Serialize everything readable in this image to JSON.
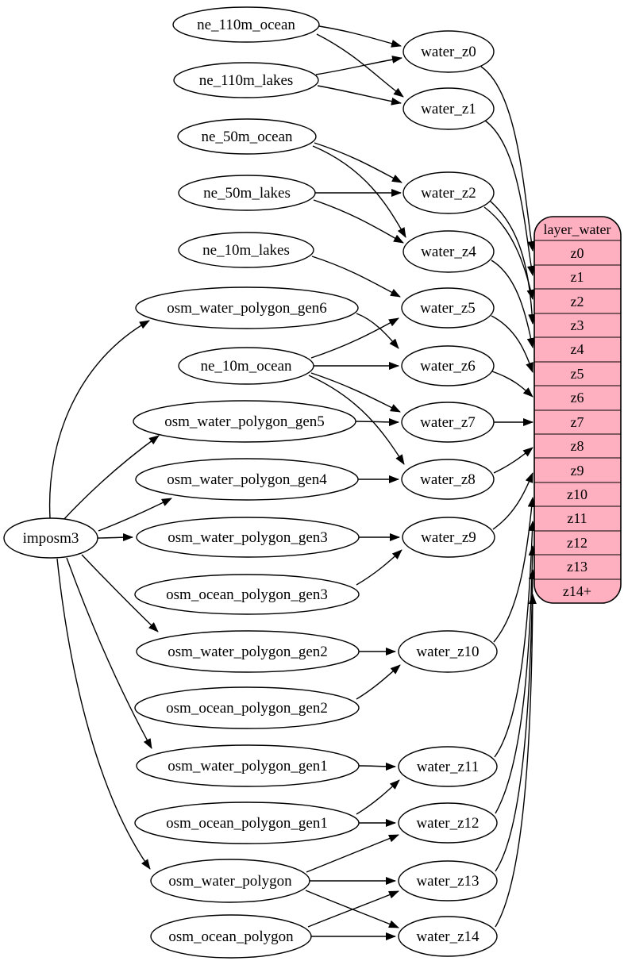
{
  "diagram": {
    "background": "#ffffff",
    "edge_color": "#000000",
    "node_fill": "#ffffff",
    "node_stroke": "#000000",
    "table_fill": "#ffb0c0",
    "table_stroke": "#000000",
    "nodes": {
      "imposm3": "imposm3",
      "ne_110m_ocean": "ne_110m_ocean",
      "ne_110m_lakes": "ne_110m_lakes",
      "ne_50m_ocean": "ne_50m_ocean",
      "ne_50m_lakes": "ne_50m_lakes",
      "ne_10m_lakes": "ne_10m_lakes",
      "ne_10m_ocean": "ne_10m_ocean",
      "osm_water_polygon_gen6": "osm_water_polygon_gen6",
      "osm_water_polygon_gen5": "osm_water_polygon_gen5",
      "osm_water_polygon_gen4": "osm_water_polygon_gen4",
      "osm_water_polygon_gen3": "osm_water_polygon_gen3",
      "osm_water_polygon_gen2": "osm_water_polygon_gen2",
      "osm_water_polygon_gen1": "osm_water_polygon_gen1",
      "osm_water_polygon": "osm_water_polygon",
      "osm_ocean_polygon_gen3": "osm_ocean_polygon_gen3",
      "osm_ocean_polygon_gen2": "osm_ocean_polygon_gen2",
      "osm_ocean_polygon_gen1": "osm_ocean_polygon_gen1",
      "osm_ocean_polygon": "osm_ocean_polygon",
      "water_z0": "water_z0",
      "water_z1": "water_z1",
      "water_z2": "water_z2",
      "water_z4": "water_z4",
      "water_z5": "water_z5",
      "water_z6": "water_z6",
      "water_z7": "water_z7",
      "water_z8": "water_z8",
      "water_z9": "water_z9",
      "water_z10": "water_z10",
      "water_z11": "water_z11",
      "water_z12": "water_z12",
      "water_z13": "water_z13",
      "water_z14": "water_z14"
    },
    "table": {
      "title": "layer_water",
      "rows": [
        "z0",
        "z1",
        "z2",
        "z3",
        "z4",
        "z5",
        "z6",
        "z7",
        "z8",
        "z9",
        "z10",
        "z11",
        "z12",
        "z13",
        "z14+"
      ]
    },
    "edges": [
      [
        "imposm3",
        "osm_water_polygon_gen6"
      ],
      [
        "imposm3",
        "osm_water_polygon_gen5"
      ],
      [
        "imposm3",
        "osm_water_polygon_gen4"
      ],
      [
        "imposm3",
        "osm_water_polygon_gen3"
      ],
      [
        "imposm3",
        "osm_water_polygon_gen2"
      ],
      [
        "imposm3",
        "osm_water_polygon_gen1"
      ],
      [
        "imposm3",
        "osm_water_polygon"
      ],
      [
        "ne_110m_ocean",
        "water_z0"
      ],
      [
        "ne_110m_ocean",
        "water_z1"
      ],
      [
        "ne_110m_lakes",
        "water_z0"
      ],
      [
        "ne_110m_lakes",
        "water_z1"
      ],
      [
        "ne_50m_ocean",
        "water_z2"
      ],
      [
        "ne_50m_ocean",
        "water_z4"
      ],
      [
        "ne_50m_lakes",
        "water_z2"
      ],
      [
        "ne_50m_lakes",
        "water_z4"
      ],
      [
        "ne_10m_lakes",
        "water_z5"
      ],
      [
        "ne_10m_ocean",
        "water_z5"
      ],
      [
        "ne_10m_ocean",
        "water_z6"
      ],
      [
        "ne_10m_ocean",
        "water_z7"
      ],
      [
        "ne_10m_ocean",
        "water_z8"
      ],
      [
        "osm_water_polygon_gen6",
        "water_z6"
      ],
      [
        "osm_water_polygon_gen5",
        "water_z7"
      ],
      [
        "osm_water_polygon_gen4",
        "water_z8"
      ],
      [
        "osm_water_polygon_gen3",
        "water_z9"
      ],
      [
        "osm_ocean_polygon_gen3",
        "water_z9"
      ],
      [
        "osm_water_polygon_gen2",
        "water_z10"
      ],
      [
        "osm_ocean_polygon_gen2",
        "water_z10"
      ],
      [
        "osm_water_polygon_gen1",
        "water_z11"
      ],
      [
        "osm_ocean_polygon_gen1",
        "water_z11"
      ],
      [
        "osm_ocean_polygon_gen1",
        "water_z12"
      ],
      [
        "osm_water_polygon",
        "water_z12"
      ],
      [
        "osm_water_polygon",
        "water_z13"
      ],
      [
        "osm_water_polygon",
        "water_z14"
      ],
      [
        "osm_ocean_polygon",
        "water_z13"
      ],
      [
        "osm_ocean_polygon",
        "water_z14"
      ],
      [
        "water_z0",
        "layer_water:z0"
      ],
      [
        "water_z1",
        "layer_water:z1"
      ],
      [
        "water_z2",
        "layer_water:z2"
      ],
      [
        "water_z2",
        "layer_water:z3"
      ],
      [
        "water_z4",
        "layer_water:z4"
      ],
      [
        "water_z5",
        "layer_water:z5"
      ],
      [
        "water_z6",
        "layer_water:z6"
      ],
      [
        "water_z7",
        "layer_water:z7"
      ],
      [
        "water_z8",
        "layer_water:z8"
      ],
      [
        "water_z9",
        "layer_water:z9"
      ],
      [
        "water_z10",
        "layer_water:z10"
      ],
      [
        "water_z11",
        "layer_water:z11"
      ],
      [
        "water_z12",
        "layer_water:z12"
      ],
      [
        "water_z13",
        "layer_water:z13"
      ],
      [
        "water_z14",
        "layer_water:z14+"
      ]
    ]
  }
}
